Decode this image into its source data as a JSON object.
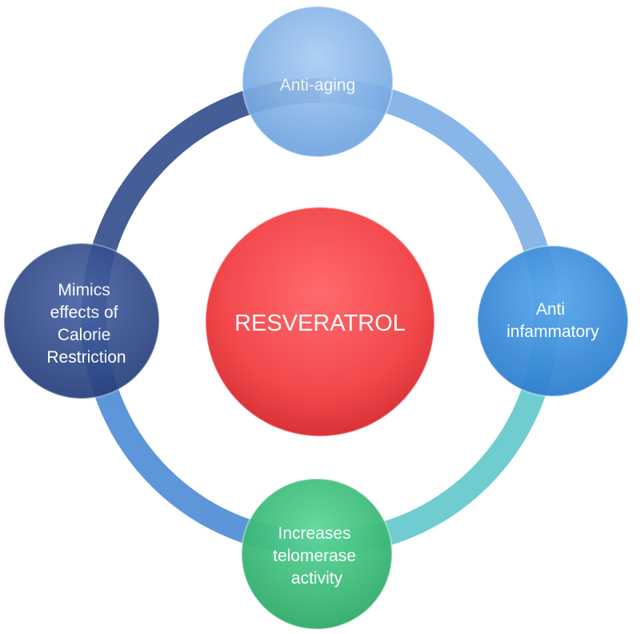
{
  "center": {
    "label": "RESVERATROL",
    "color": "#f2484c"
  },
  "nodes": {
    "top": {
      "lines": [
        "Anti-aging"
      ],
      "color": "#7fb0e6"
    },
    "right": {
      "lines": [
        "Anti",
        "infammatory"
      ],
      "color": "#3d8fdd"
    },
    "bottom": {
      "lines": [
        "Increases",
        "telomerase",
        "activity"
      ],
      "color": "#3cbf7a"
    },
    "left": {
      "lines": [
        "Mimics",
        "effects of",
        "Calorie",
        "Restriction"
      ],
      "color": "#2f4a8a"
    }
  },
  "ring": {
    "colors": {
      "top_right": "#7fb0e6",
      "right_bottom": "#63c9cc",
      "bottom_left": "#4f8ed6",
      "left_top": "#35508f"
    }
  }
}
